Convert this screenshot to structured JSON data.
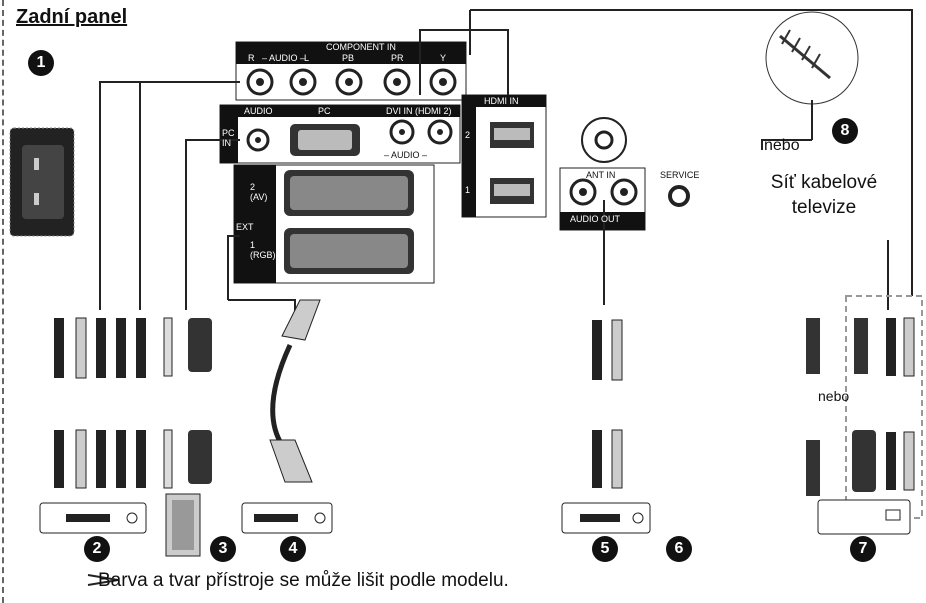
{
  "header": {
    "title": "Zadní panel"
  },
  "panel": {
    "component_in": "COMPONENT IN",
    "audio_r": "R",
    "audio_text": "– AUDIO –",
    "audio_l": "L",
    "pb": "PB",
    "pr": "PR",
    "y": "Y",
    "audio": "AUDIO",
    "pc": "PC",
    "dvi_in": "DVI IN (HDMI 2)",
    "hdmi_in": "HDMI IN",
    "pc_in": "PC IN",
    "ext": "EXT",
    "av2": "2 (AV)",
    "rgb1": "1 (RGB)",
    "hdmi_port2": "2",
    "hdmi_port1": "1",
    "ant_in": "ANT IN",
    "audio_out": "AUDIO OUT",
    "service": "SERVICE"
  },
  "labels": {
    "nebo_top": "nebo",
    "nebo_mid": "nebo",
    "cable_tv_line1": "Síť kabelové",
    "cable_tv_line2": "televize"
  },
  "badges": [
    "1",
    "2",
    "3",
    "4",
    "5",
    "6",
    "7",
    "8"
  ],
  "footer": {
    "note": "Barva a tvar přístroje se může lišit podle modelu."
  }
}
